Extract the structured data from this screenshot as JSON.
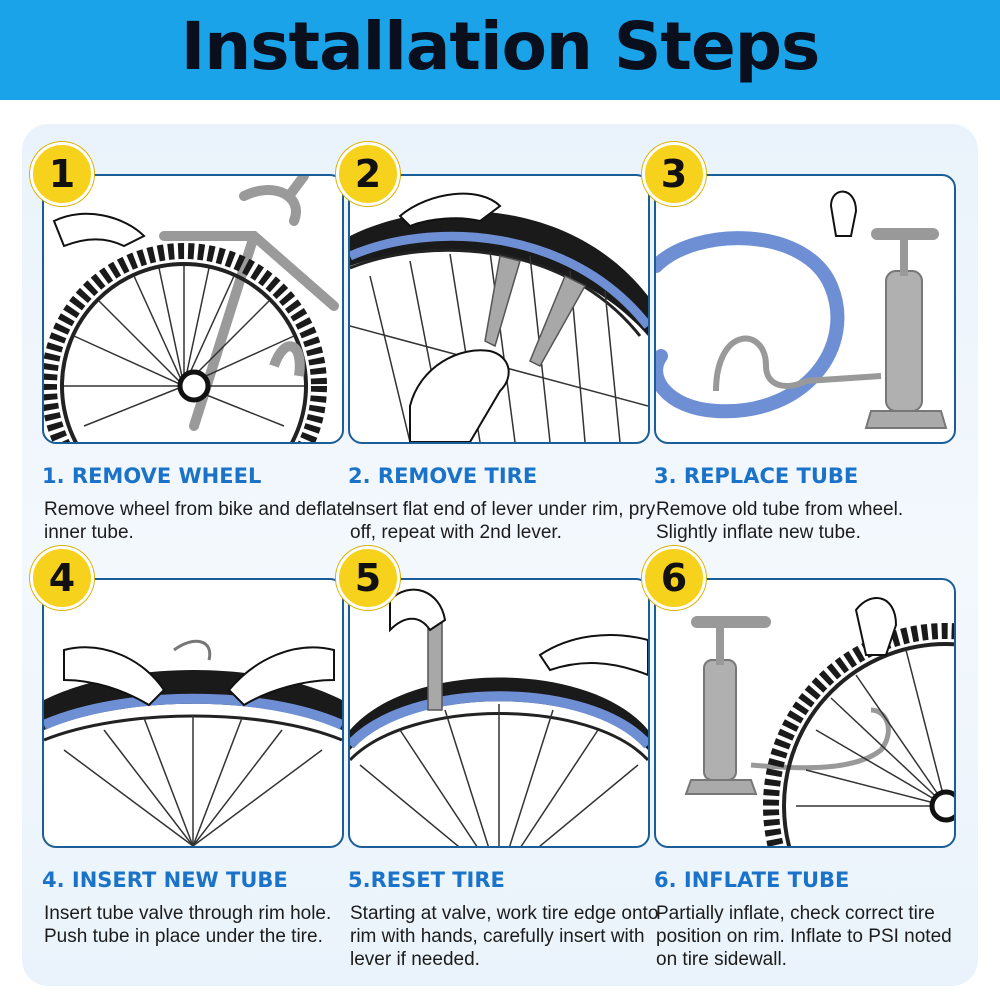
{
  "header": {
    "title": "Installation Steps"
  },
  "steps": [
    {
      "number": "1",
      "title": "1. REMOVE WHEEL",
      "desc": "Remove wheel from bike and deflate inner tube.",
      "illustration": "bike-wheel-icon"
    },
    {
      "number": "2",
      "title": "2. REMOVE TIRE",
      "desc": "Insert flat end of lever under rim, pry off, repeat with 2nd lever.",
      "illustration": "tire-lever-icon"
    },
    {
      "number": "3",
      "title": "3. REPLACE TUBE",
      "desc": "Remove old tube from wheel. Slightly inflate new tube.",
      "illustration": "pump-tube-icon"
    },
    {
      "number": "4",
      "title": "4. INSERT NEW TUBE",
      "desc": "Insert tube valve through rim hole. Push tube in place under the tire.",
      "illustration": "insert-tube-icon"
    },
    {
      "number": "5",
      "title": "5.RESET TIRE",
      "desc": "Starting at valve, work tire edge onto rim with hands, carefully insert with lever if needed.",
      "illustration": "reset-tire-icon"
    },
    {
      "number": "6",
      "title": "6. INFLATE TUBE",
      "desc": "Partially inflate, check correct tire position on rim. Inflate to PSI noted on tire sidewall.",
      "illustration": "inflate-pump-icon"
    }
  ],
  "colors": {
    "header_bg": "#1aa3e8",
    "title_blue": "#1a73c8",
    "badge_yellow": "#f7d21c",
    "frame_border": "#1b5d97",
    "tube_blue": "#6e8fd4"
  }
}
